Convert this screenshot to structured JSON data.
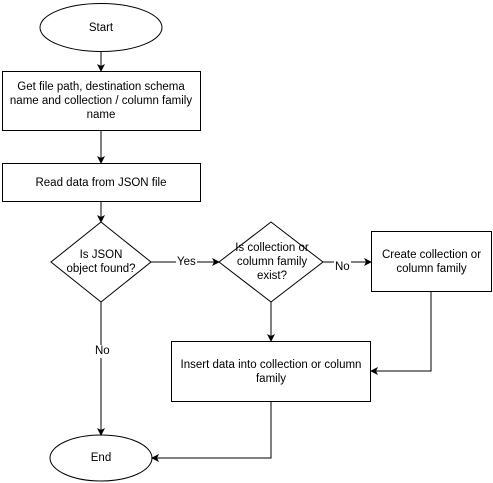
{
  "nodes": {
    "start": "Start",
    "get_input": "Get file path, destination schema name and collection / column family name",
    "read_data": "Read data from JSON file",
    "json_found": "Is JSON object found?",
    "collection_exists": "Is collection or column family exist?",
    "create_collection": "Create collection or column family",
    "insert_data": "Insert data into collection or column family",
    "end": "End"
  },
  "edges": {
    "yes": "Yes",
    "no_json": "No",
    "no_collection": "No"
  },
  "colors": {
    "stroke": "#000000",
    "fill": "#ffffff"
  }
}
